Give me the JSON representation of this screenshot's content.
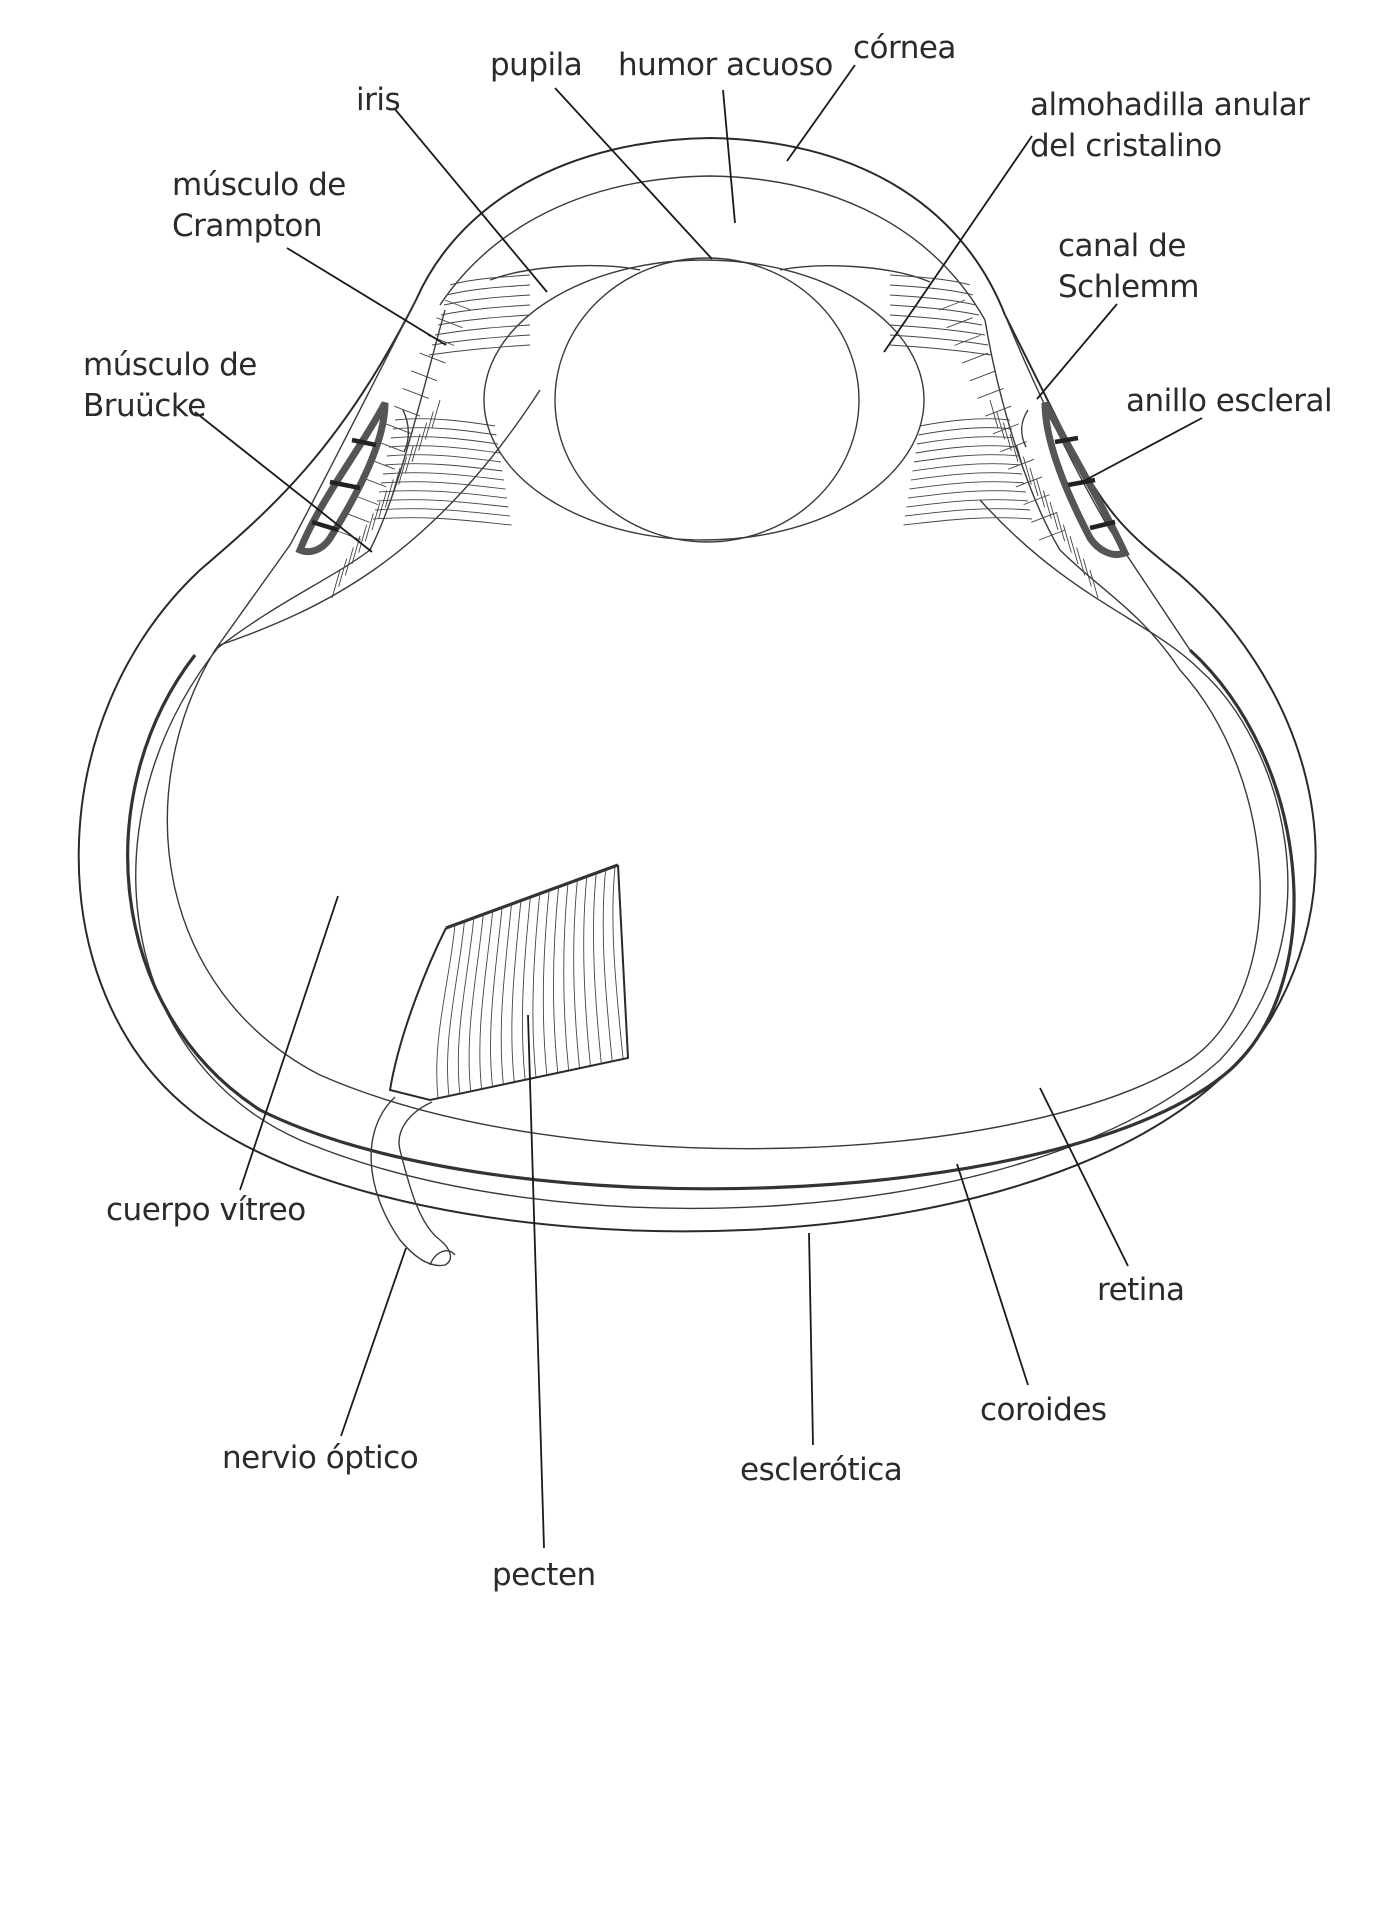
{
  "labels": {
    "cornea": "córnea",
    "pupila": "pupila",
    "humor_acuoso": "humor acuoso",
    "iris": "iris",
    "almohadilla": [
      "almohadilla anular",
      "del cristalino"
    ],
    "crampton": [
      "músculo de",
      "Crampton"
    ],
    "schlemm": [
      "canal de",
      "Schlemm"
    ],
    "brucke": [
      "músculo de",
      "Bruücke"
    ],
    "anillo_escleral": "anillo escleral",
    "cuerpo_vitreo": "cuerpo vítreo",
    "retina": "retina",
    "coroides": "coroides",
    "esclerotica": "esclerótica",
    "nervio_optico": "nervio óptico",
    "pecten": "pecten"
  },
  "colors": {
    "ink": "#2b2b2b",
    "ring": "#555555",
    "background": "#ffffff"
  }
}
